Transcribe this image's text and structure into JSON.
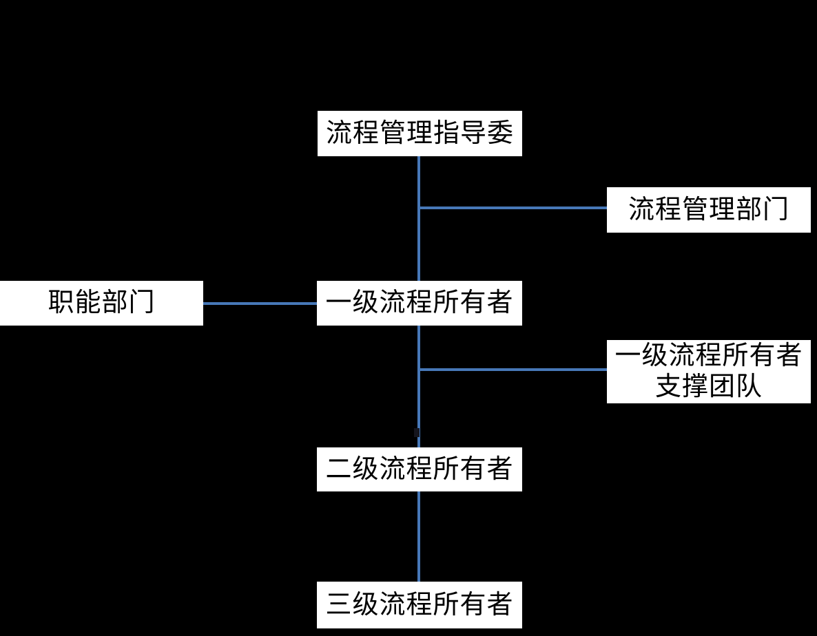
{
  "diagram": {
    "type": "org-chart",
    "background_color": "#000000",
    "connector_color": "#4778B8",
    "node_fill_color": "#FFFFFF",
    "node_text_color": "#000000",
    "nodes": {
      "steering_committee": {
        "label": "流程管理指导委"
      },
      "process_mgmt_dept": {
        "label": "流程管理部门"
      },
      "functional_dept": {
        "label": "职能部门"
      },
      "l1_process_owner": {
        "label": "一级流程所有者"
      },
      "l1_support_team": {
        "label": "一级流程所有者\n支撑团队"
      },
      "l2_process_owner": {
        "label": "二级流程所有者"
      },
      "l3_process_owner": {
        "label": "三级流程所有者"
      }
    },
    "edges": [
      {
        "from": "流程管理指导委",
        "to": "一级流程所有者",
        "style": "vertical"
      },
      {
        "from": "流程管理指导委-一级流程所有者连线",
        "to": "流程管理部门",
        "style": "horizontal-branch"
      },
      {
        "from": "职能部门",
        "to": "一级流程所有者",
        "style": "horizontal"
      },
      {
        "from": "一级流程所有者",
        "to": "二级流程所有者",
        "style": "vertical"
      },
      {
        "from": "一级流程所有者-二级流程所有者连线",
        "to": "一级流程所有者支撑团队",
        "style": "horizontal-branch"
      },
      {
        "from": "二级流程所有者",
        "to": "三级流程所有者",
        "style": "vertical"
      }
    ]
  }
}
